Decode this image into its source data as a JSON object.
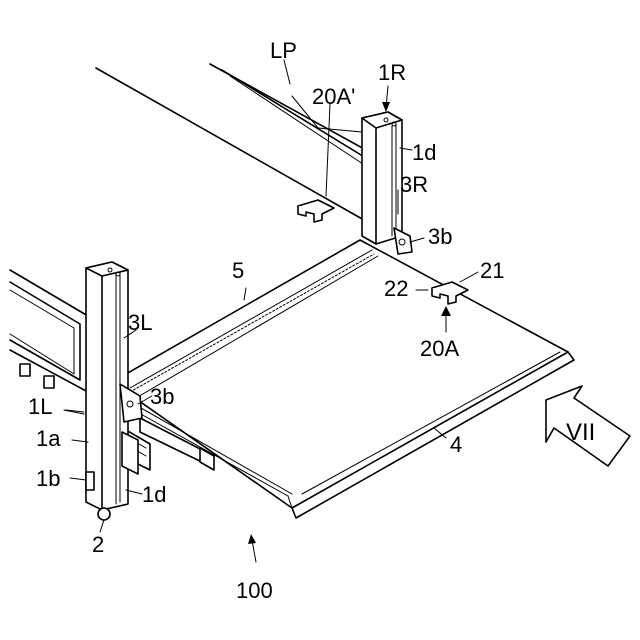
{
  "labels": {
    "lp": "LP",
    "r1": "1R",
    "a20p": "20A'",
    "d1_right": "1d",
    "r3": "3R",
    "b3_right": "3b",
    "n21": "21",
    "n22": "22",
    "a20": "20A",
    "n5": "5",
    "l3": "3L",
    "l1": "1L",
    "a1": "1a",
    "b3_left": "3b",
    "b1": "1b",
    "d1_left": "1d",
    "n2": "2",
    "n4": "4",
    "n100": "100",
    "vii": "VII"
  }
}
